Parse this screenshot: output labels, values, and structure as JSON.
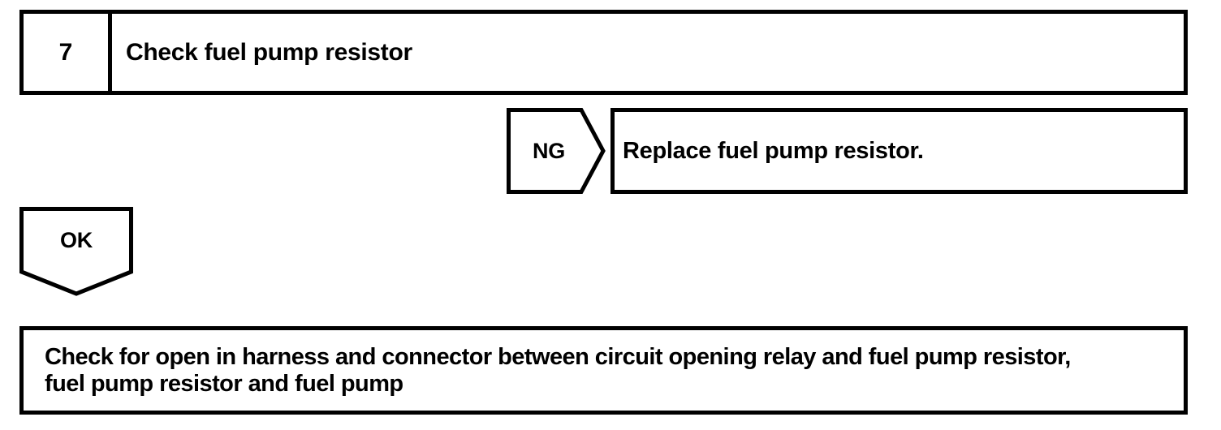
{
  "document": {
    "type": "troubleshooting-flowchart",
    "line_color": "#000000",
    "background_color": "#ffffff"
  },
  "step": {
    "number": "7",
    "title": "Check fuel pump resistor"
  },
  "branches": {
    "ng": {
      "label": "NG",
      "shape": "right-pointing-pentagon-arrow",
      "result": "Replace fuel pump resistor."
    },
    "ok": {
      "label": "OK",
      "shape": "down-pointing-pentagon-arrow"
    }
  },
  "final_action": {
    "line1": "Check for open in harness and connector between circuit opening relay and fuel pump resistor,",
    "line2": "fuel pump resistor and fuel pump"
  }
}
